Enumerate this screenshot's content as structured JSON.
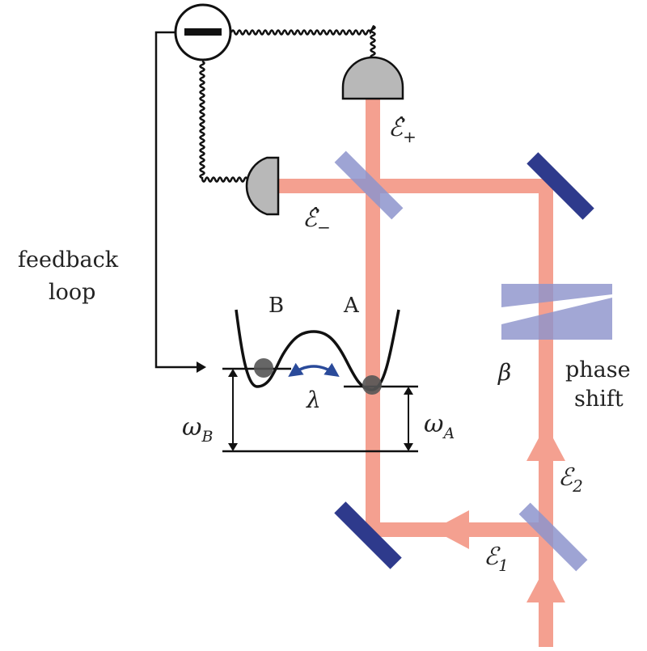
{
  "labels": {
    "feedback_line1": "feedback",
    "feedback_line2": "loop",
    "well_B": "B",
    "well_A": "A",
    "phase_shift_line1": "phase",
    "phase_shift_line2": "shift",
    "beta": "β",
    "lambda": "λ",
    "omega_B_sym": "ω",
    "omega_B_sub": "B",
    "omega_A_sym": "ω",
    "omega_A_sub": "A",
    "E_plus_sym": "ℰ̂",
    "E_plus_sub": "+",
    "E_minus_sym": "ℰ̂",
    "E_minus_sub": "−",
    "E1_sym": "ℰ",
    "E1_sub": "1",
    "E2_sym": "ℰ",
    "E2_sub": "2"
  },
  "colors": {
    "beam": "#f4a090",
    "mirror": "#2e3a8c",
    "beamsplitter": "#8d94cc",
    "detector": "#b8b8b8",
    "wire": "#111111",
    "particle": "#555555",
    "tunneling_arrow": "#2a4a9a"
  },
  "icons": {
    "subtractor": "minus-circle-icon",
    "detector": "photodetector-icon"
  }
}
